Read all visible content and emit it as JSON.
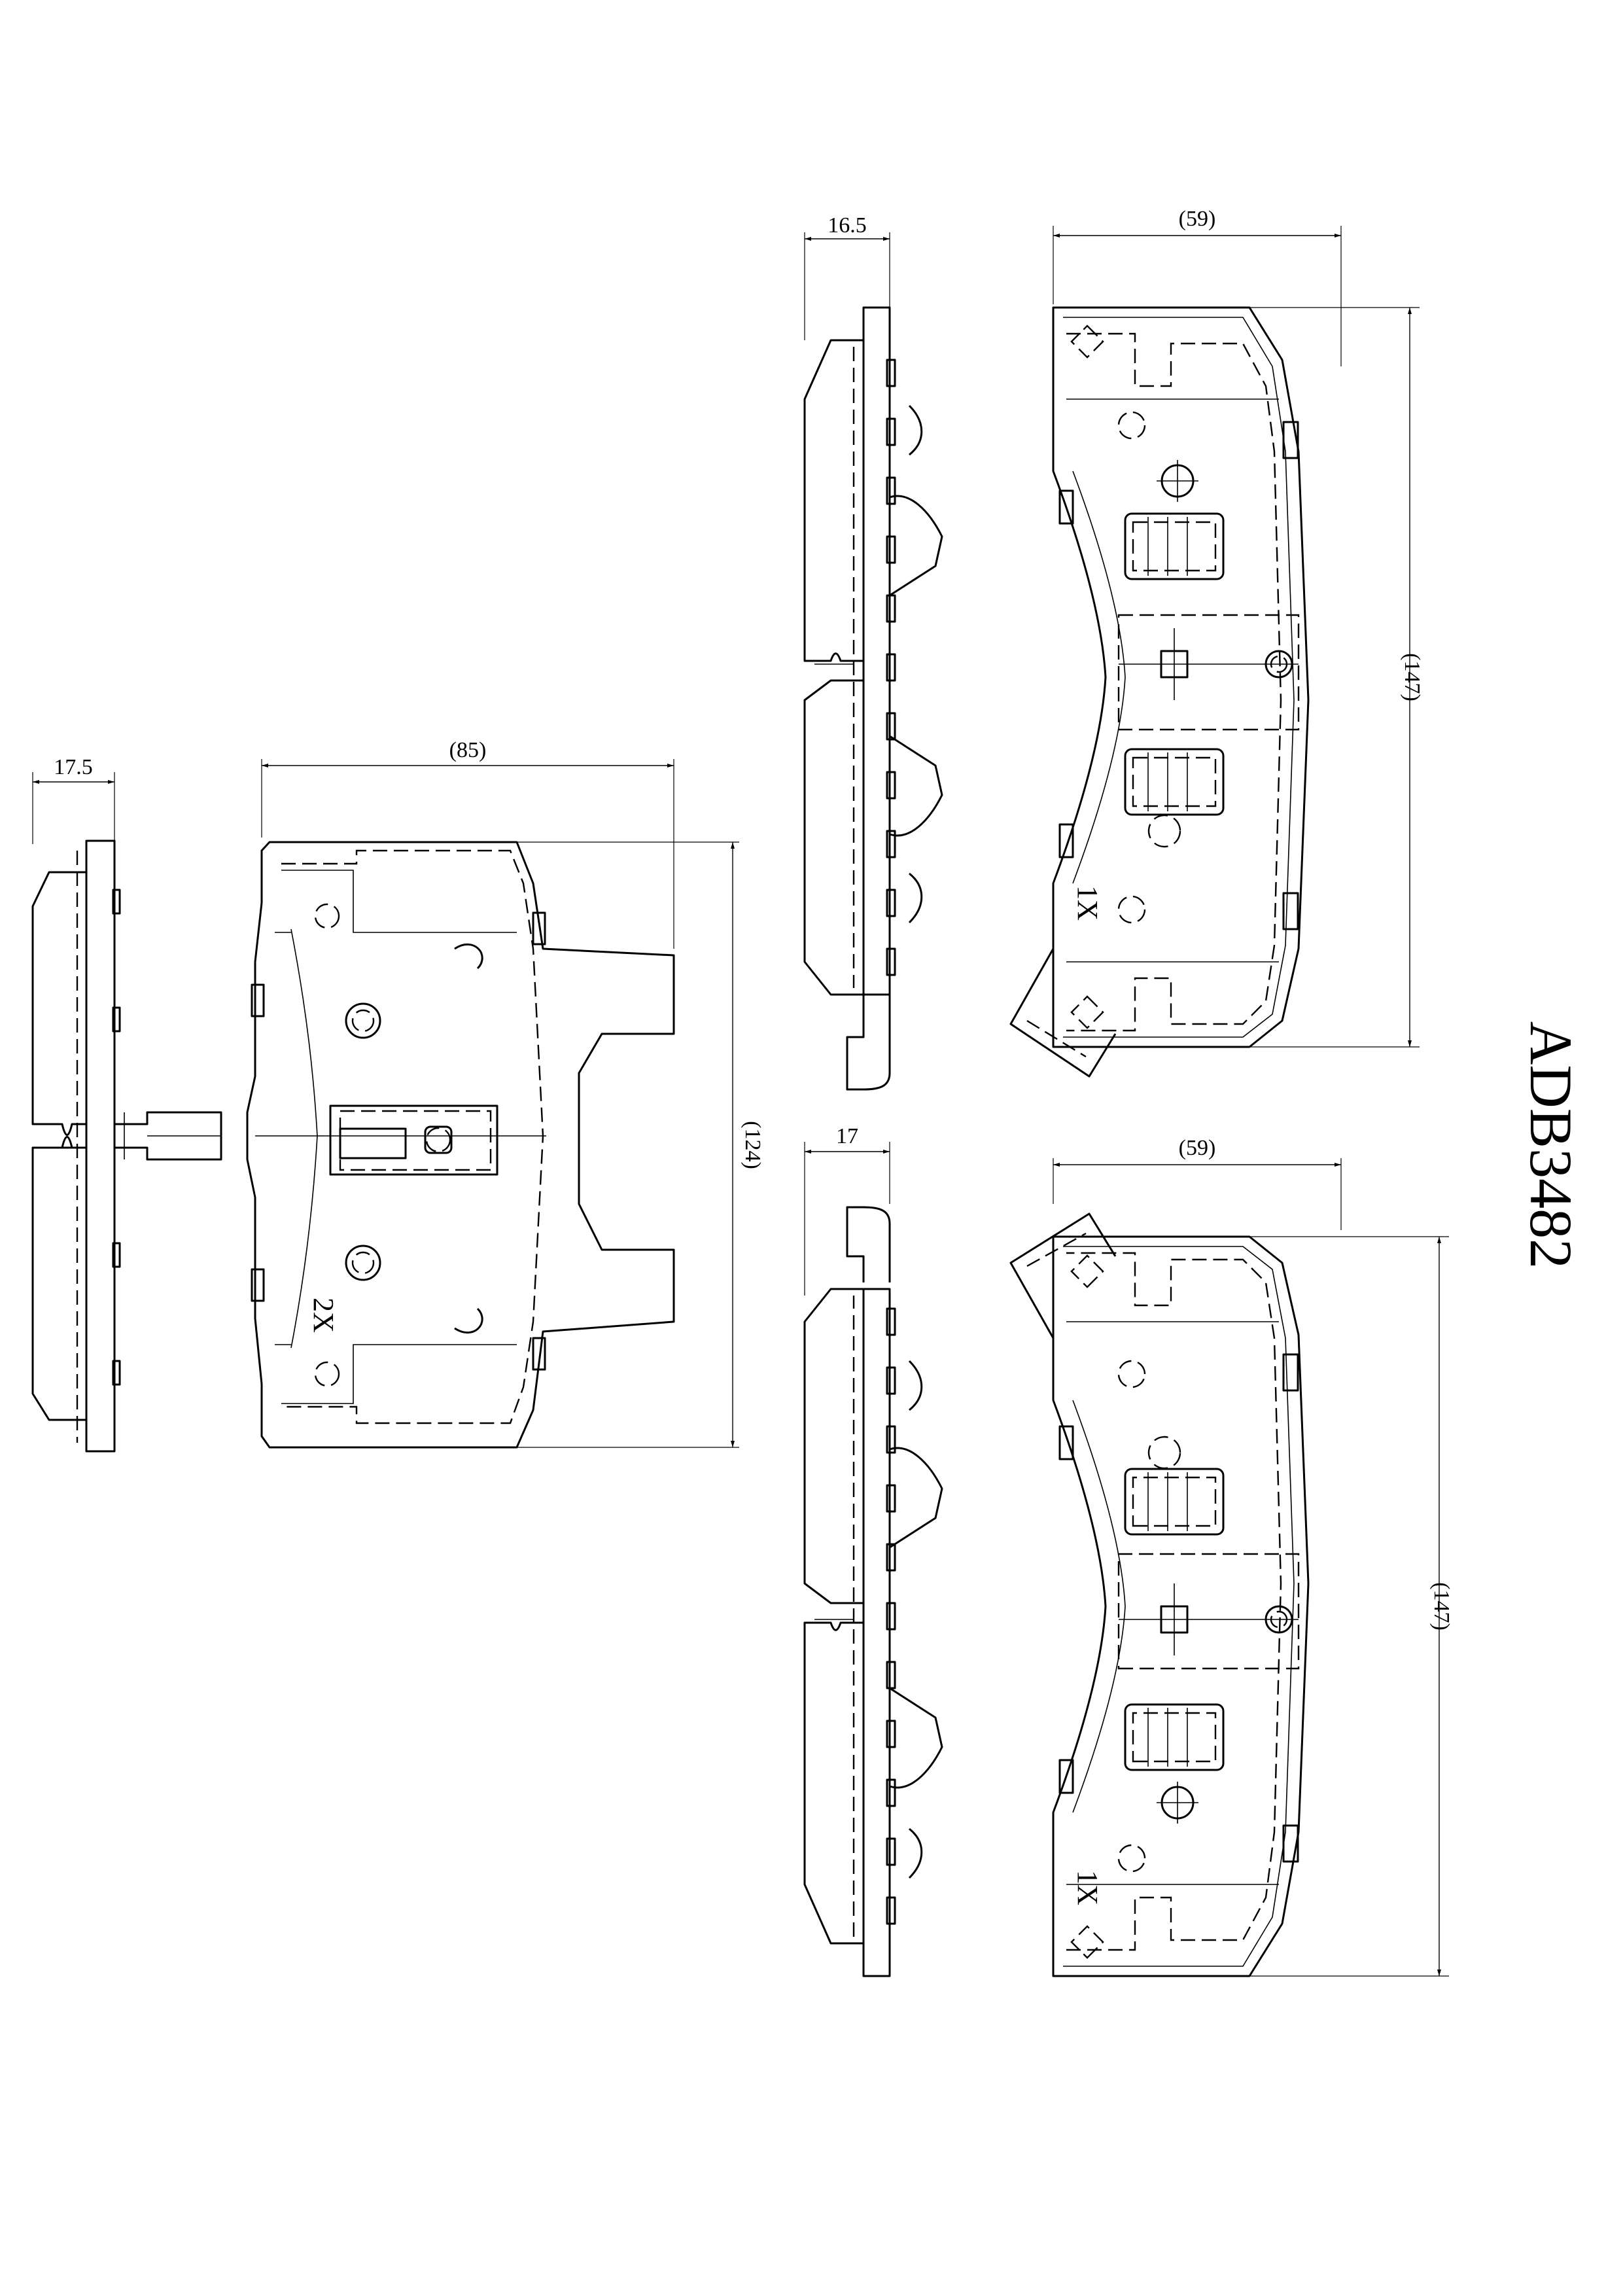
{
  "part_number": "ADB3482",
  "front_pad": {
    "thickness_label": "17.5",
    "width_label": "(85)",
    "height_label": "(124)",
    "quantity_label": "2X"
  },
  "rear_pad_upper": {
    "thickness_label": "16.5",
    "width_label": "(59)",
    "height_label": "(147)",
    "quantity_label": "1X"
  },
  "rear_pad_lower": {
    "thickness_label": "17",
    "width_label": "(59)",
    "height_label": "(147)",
    "quantity_label": "1X"
  },
  "colors": {
    "line": "#000000",
    "background": "#ffffff"
  }
}
